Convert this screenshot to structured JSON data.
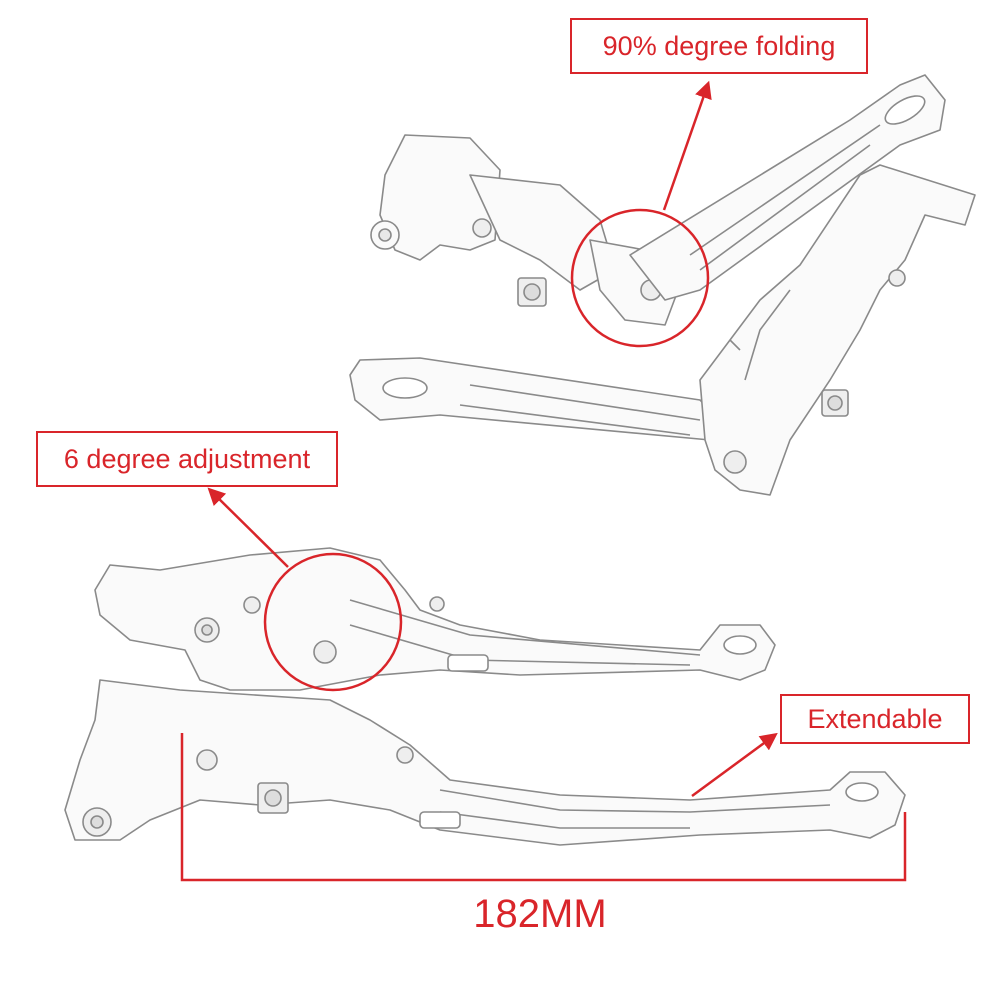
{
  "annotations": {
    "folding": "90% degree folding",
    "adjustment": "6 degree adjustment",
    "extendable": "Extendable",
    "length": "182MM"
  },
  "colors": {
    "accent": "#d9252a",
    "line": "#8a8a8a",
    "background": "#ffffff"
  }
}
